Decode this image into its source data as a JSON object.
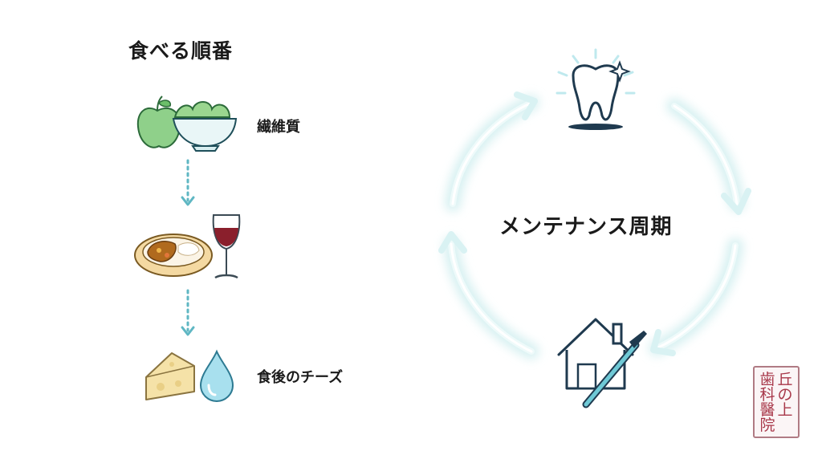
{
  "left_panel": {
    "title": "食べる順番",
    "steps": [
      {
        "label": "繊維質",
        "icons": [
          "apple-icon",
          "salad-bowl-icon"
        ]
      },
      {
        "label": "",
        "icons": [
          "curry-plate-icon",
          "wine-glass-icon"
        ]
      },
      {
        "label": "食後のチーズ",
        "icons": [
          "cheese-icon",
          "water-drop-icon"
        ]
      }
    ]
  },
  "cycle": {
    "label": "メンテナンス周期",
    "icons": [
      "clean-tooth-icon",
      "house-icon",
      "toothbrush-icon"
    ],
    "arrow_color": "#bfe6e6"
  },
  "seal": {
    "columns": [
      [
        "丘",
        "の",
        "上"
      ],
      [
        "歯",
        "科",
        "醫",
        "院"
      ]
    ],
    "color": "#a8384a"
  },
  "colors": {
    "accent_teal": "#5fb7c3",
    "dotted_arrow": "#5fb7c3"
  }
}
